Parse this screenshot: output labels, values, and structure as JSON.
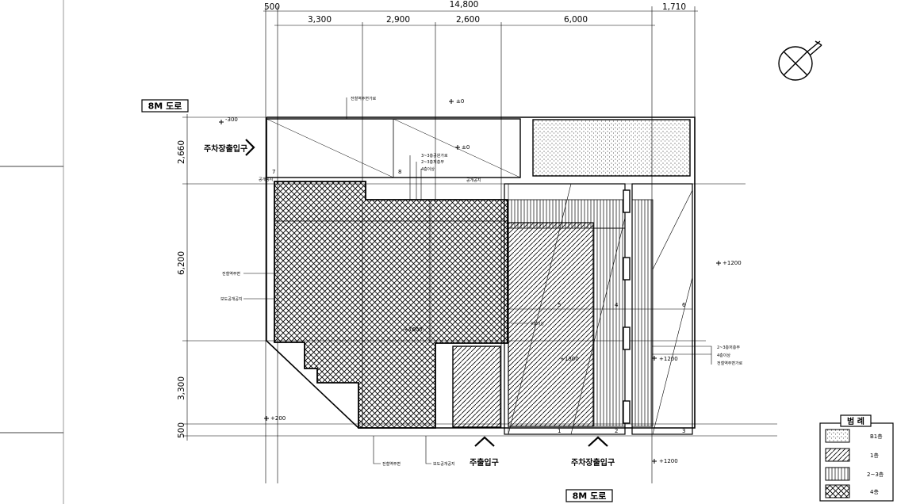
{
  "dimensions": {
    "top_total": "14,800",
    "top_left": "500",
    "top_right": "1,710",
    "top_segments": [
      "3,300",
      "2,900",
      "2,600",
      "6,000"
    ],
    "left_segments": [
      "2,660",
      "6,200",
      "3,300",
      "500"
    ]
  },
  "roads": {
    "north": "8M 도로",
    "south": "8M 도로"
  },
  "entrances": {
    "parking_west": "주차장출입구",
    "main_south": "주출입구",
    "parking_south": "주차장출입구"
  },
  "levels": {
    "top_a": "±0",
    "top_b": "±0",
    "west_top": "-300",
    "east_mid": "+1200",
    "east_low": "+1200",
    "center": "+1600",
    "center_low": "+1300",
    "south_west": "+200",
    "south_east": "+1200"
  },
  "callouts": {
    "north_strip": "전철역주변가로",
    "north_a": "3~3층공원가로",
    "north_b": "2~3층저층부",
    "north_c": "4층이상",
    "west_a": "전철역주변",
    "west_b": "보도공개공지",
    "nw_corner": "공개공지",
    "mid_top": "공개공지",
    "center_right": "4층이상",
    "east_a": "2~3층저층부",
    "east_b": "4층이상",
    "east_c": "전철역주변가로",
    "south_a": "전철역주변",
    "south_b": "보도공개공지"
  },
  "lot_numbers": [
    "7",
    "8",
    "4",
    "5",
    "6",
    "1",
    "2",
    "3"
  ],
  "legend": {
    "title": "범 례",
    "items": [
      {
        "pattern": "dots",
        "label": "B1층"
      },
      {
        "pattern": "diag",
        "label": "1층"
      },
      {
        "pattern": "vert",
        "label": "2~3층"
      },
      {
        "pattern": "cross",
        "label": "4층"
      }
    ]
  }
}
